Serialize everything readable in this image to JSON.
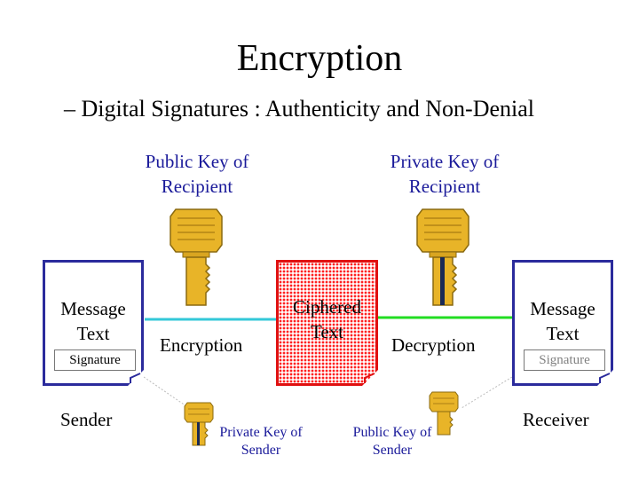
{
  "title": "Encryption",
  "subtitle": "– Digital Signatures : Authenticity and Non-Denial",
  "keys": {
    "public_recipient": "Public Key of Recipient",
    "private_recipient": "Private Key of Recipient",
    "private_sender": "Private Key of Sender",
    "public_sender": "Public Key of Sender"
  },
  "sender_doc": {
    "text": "Message Text",
    "signature": "Signature"
  },
  "receiver_doc": {
    "text": "Message Text",
    "signature": "Signature"
  },
  "cipher_text": "Ciphered Text",
  "flow": {
    "encryption": "Encryption",
    "decryption": "Decryption"
  },
  "parties": {
    "sender": "Sender",
    "receiver": "Receiver"
  },
  "colors": {
    "key_gold": "#e8b428",
    "label_blue": "#1a1a9a",
    "doc_border": "#2b2b9c",
    "cipher_red": "#e01010",
    "line_cyan": "#33c8d8",
    "line_green": "#22dd22"
  }
}
